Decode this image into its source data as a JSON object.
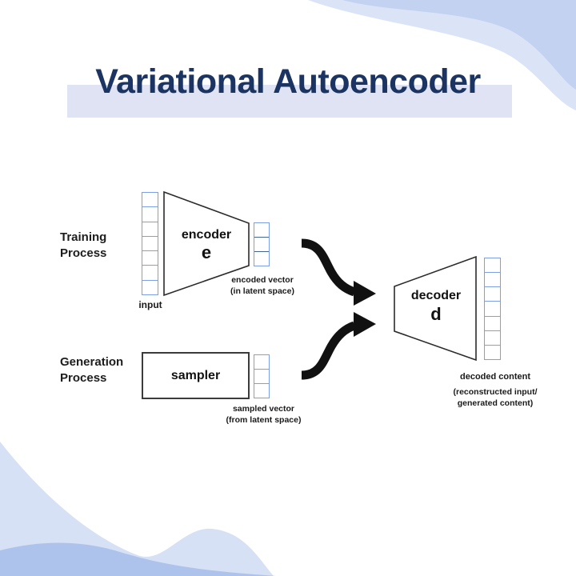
{
  "title": "Variational Autoencoder",
  "colors": {
    "title": "#1b3462",
    "highlight": "#dfe3f4",
    "waveLight": "#dbe4f6",
    "waveMedium": "#c3d2f1",
    "waveBottomLight": "#d7e1f5",
    "waveBottomMedium": "#aec3ec",
    "vectorBlue": "#7d9fe8",
    "vectorDark": "#44668f",
    "outline": "#2b2b2b",
    "arrow": "#111111"
  },
  "labels": {
    "training_line1": "Training",
    "training_line2": "Process",
    "generation_line1": "Generation",
    "generation_line2": "Process",
    "input": "input",
    "encoded_line1": "encoded vector",
    "encoded_line2": "(in latent space)",
    "sampled_line1": "sampled vector",
    "sampled_line2": "(from latent space)",
    "decoded_line1": "decoded content",
    "decoded_line2": "(reconstructed input/",
    "decoded_line3": "generated content)"
  },
  "blocks": {
    "encoder_name": "encoder",
    "encoder_symbol": "e",
    "decoder_name": "decoder",
    "decoder_symbol": "d",
    "sampler_name": "sampler"
  },
  "vectors": {
    "input_cells": 7,
    "encoded_cells": 3,
    "sampled_cells": 3,
    "decoded_cells": 7
  }
}
